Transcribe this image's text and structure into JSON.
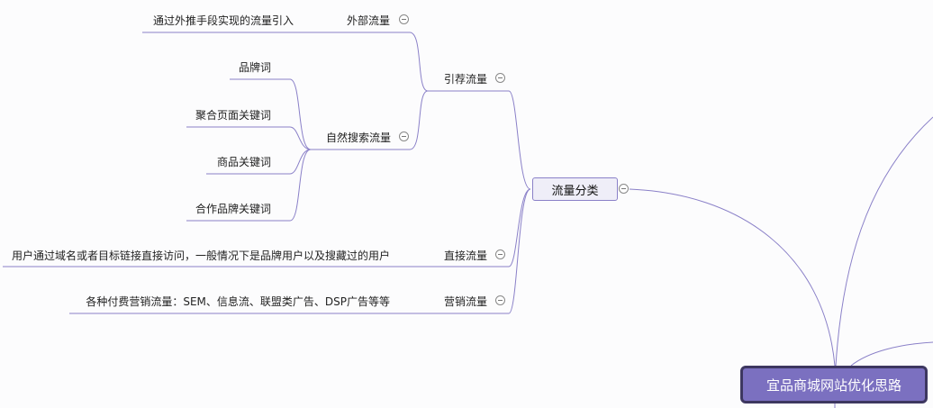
{
  "root": {
    "label": "宜品商城网站优化思路"
  },
  "category": {
    "label": "流量分类"
  },
  "branches": {
    "referral": {
      "label": "引荐流量"
    },
    "external": {
      "label": "外部流量",
      "detail": "通过外推手段实现的流量引入"
    },
    "organic": {
      "label": "自然搜索流量",
      "children": [
        "品牌词",
        "聚合页面关键词",
        "商品关键词",
        "合作品牌关键词"
      ]
    },
    "direct": {
      "label": "直接流量",
      "detail": "用户通过域名或者目标链接直接访问，一般情况下是品牌用户以及搜藏过的用户"
    },
    "marketing": {
      "label": "营销流量",
      "detail": "各种付费营销流量：SEM、信息流、联盟类广告、DSP广告等等"
    }
  },
  "colors": {
    "line": "#8a80c8",
    "root": "#7b70c0"
  }
}
